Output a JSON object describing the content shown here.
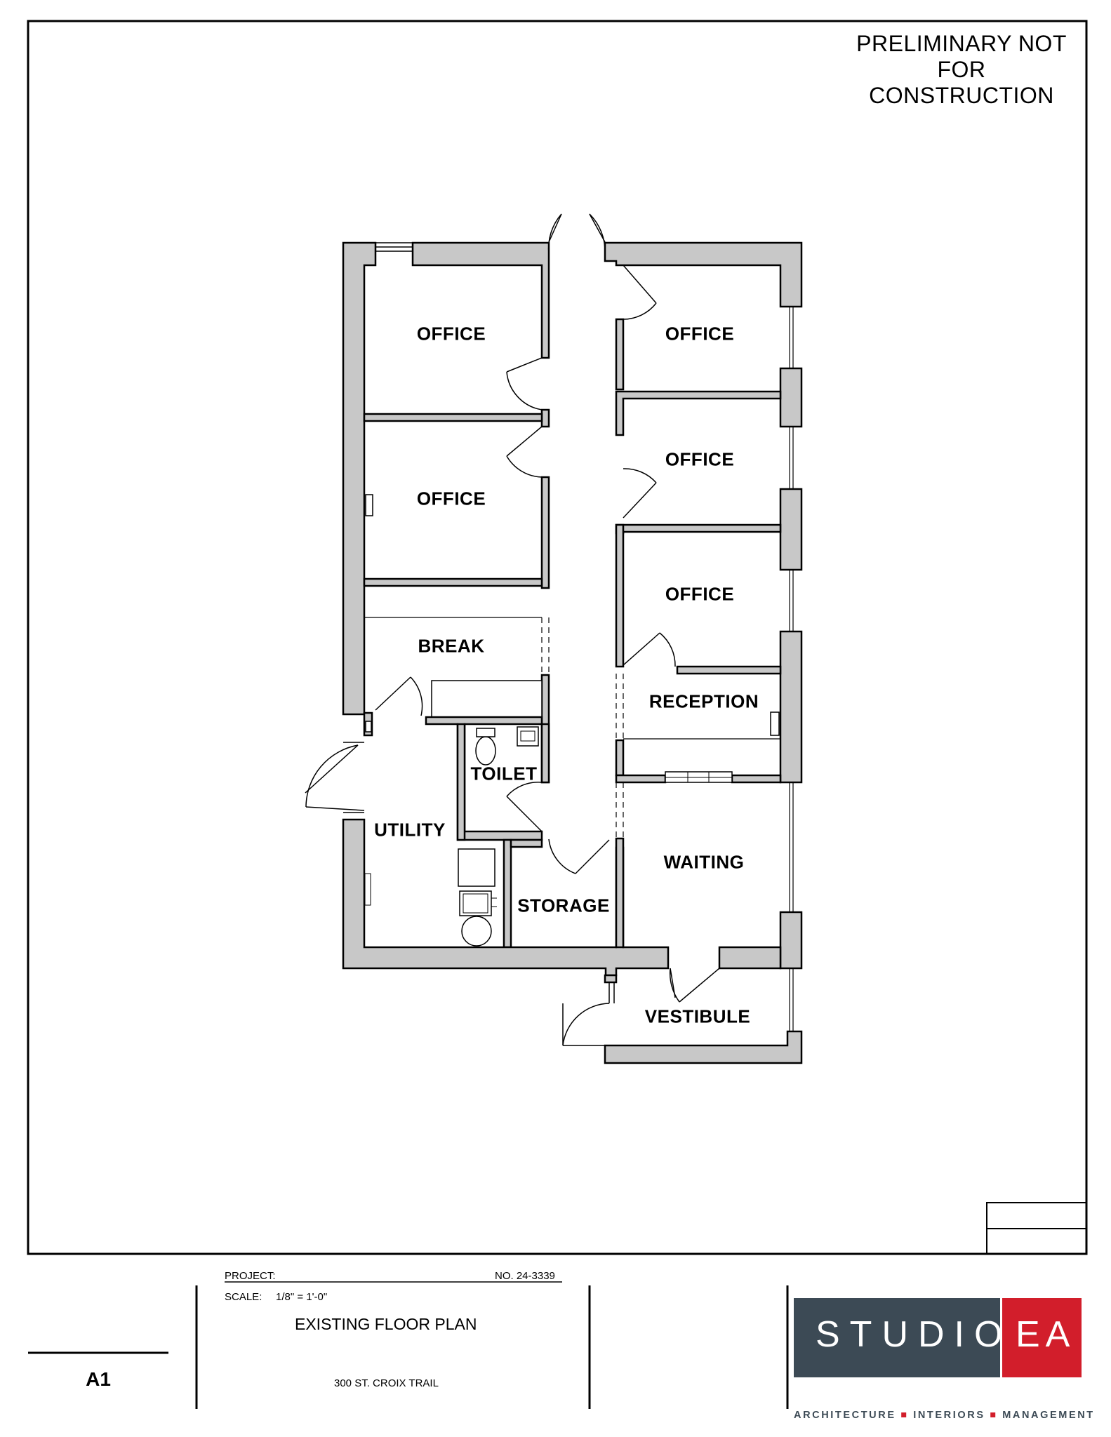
{
  "note": {
    "line1": "PRELIMINARY NOT",
    "line2": "FOR",
    "line3": "CONSTRUCTION"
  },
  "rooms": {
    "office_nw": "OFFICE",
    "office_w": "OFFICE",
    "break": "BREAK",
    "toilet": "TOILET",
    "utility": "UTILITY",
    "storage": "STORAGE",
    "office_ne": "OFFICE",
    "office_e": "OFFICE",
    "office_se": "OFFICE",
    "reception": "RECEPTION",
    "waiting": "WAITING",
    "vestibule": "VESTIBULE"
  },
  "title_block": {
    "sheet_number": "A1",
    "project_label": "PROJECT:",
    "project_number": "NO. 24-3339",
    "scale_label": "SCALE:",
    "scale_value": "1/8\" = 1'-0\"",
    "drawing_title": "EXISTING FLOOR PLAN",
    "address": "300 ST. CROIX TRAIL"
  },
  "logo": {
    "word_left": "STUDIO",
    "word_right": "EA",
    "tag_1": "ARCHITECTURE",
    "tag_2": "INTERIORS",
    "tag_3": "MANAGEMENT",
    "tag_sep": "■",
    "colors": {
      "dark": "#3c4a55",
      "red": "#d21e2b"
    }
  },
  "colors": {
    "wall_fill": "#c8c8c8",
    "line": "#000000"
  }
}
